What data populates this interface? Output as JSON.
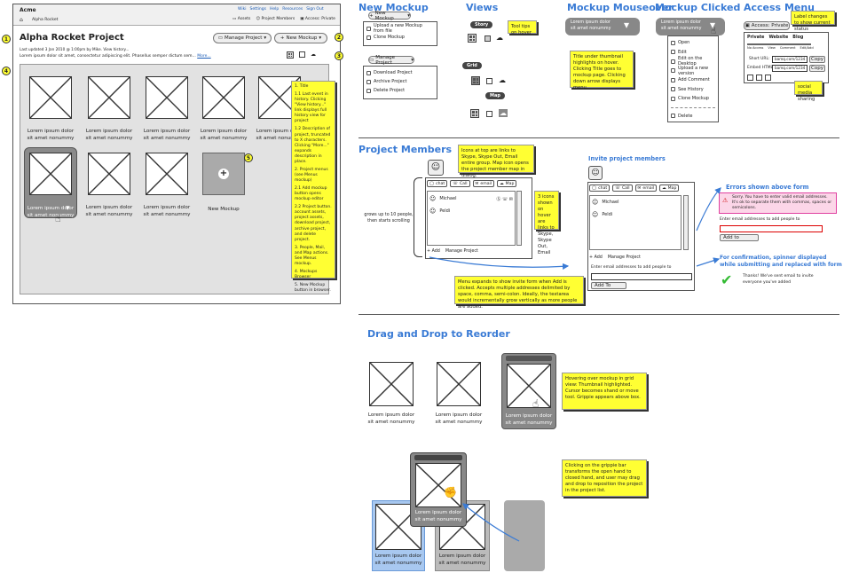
{
  "app": {
    "title": "Acme",
    "breadcrumb": "Alpha Rocket",
    "links": [
      "Wiki",
      "Settings",
      "Help",
      "Resources",
      "Sign Out"
    ],
    "tabs": [
      "Assets",
      "Project Members",
      "Access: Private"
    ]
  },
  "project": {
    "title": "Alpha Rocket Project",
    "manage": "Manage Project",
    "new_mockup": "New Mockup",
    "updated": "Last updated 3 Jan 2010 @ 1:00pm by Mike. View history...",
    "desc": "Lorem ipsum dolor sit amet, consectetur adipiscing elit. Phasellus semper dictum sem...",
    "more": "More..."
  },
  "thumbs": [
    {
      "l1": "Lorem ipsum dolor",
      "l2": "sit amet nonummy"
    },
    {
      "l1": "Lorem ipsum dolor",
      "l2": "sit amet nonummy"
    },
    {
      "l1": "Lorem ipsum dolor",
      "l2": "sit amet nonummy"
    },
    {
      "l1": "Lorem ipsum dolor",
      "l2": "sit amet nonummy"
    },
    {
      "l1": "Lorem ipsum dolor",
      "l2": "sit amet nonummy"
    },
    {
      "l1": "Lorem ipsum dolor",
      "l2": "sit amet nonummy"
    },
    {
      "l1": "Lorem ipsum dolor",
      "l2": "sit amet nonummy"
    },
    {
      "l1": "Lorem ipsum dolor",
      "l2": "sit amet nonummy"
    }
  ],
  "hover_thumb": {
    "l1": "Lorem ipsum dolor",
    "l2": "sit amet nonummy"
  },
  "new_mockup_label": "New Mockup",
  "markers": [
    "1",
    "2",
    "3",
    "4",
    "5"
  ],
  "main_note": [
    "1. Title",
    "1.1 Last event in history. Clicking \"View history...\" link displays full history view for project",
    "1.2 Description of project, truncated to X characters. Clicking \"More...\" expands description in place.",
    "2. Project menus (see Menus mockup)",
    "2.1 Add mockup button opens mockup editor",
    "2.2 Project button. account assets, project assets, download project, archive project, and delete project.",
    "3. People, Mail, and Map actions. See Menus mockup.",
    "4. Mockups Browser",
    "5. New Mockup button in browser."
  ],
  "sections": {
    "new_mockup": "New Mockup",
    "views": "Views",
    "mouseover": "Mockup Mouseover",
    "clicked": "Mockup Clicked",
    "access": "Access Menu",
    "members": "Project Members",
    "invite": "Invite project members",
    "errors": "Errors shown above form",
    "confirm": "For confirmation, spinner displayed while submitting and replaced with form",
    "drag": "Drag and Drop to Reorder"
  },
  "new_mockup_menu": {
    "button": "New Mockup",
    "items": [
      "Upload a new Mockup from file",
      "Clone Mockup"
    ]
  },
  "manage_menu": {
    "button": "Manage Project",
    "items": [
      "Download Project",
      "Archive Project",
      "Delete Project"
    ]
  },
  "views": {
    "story": "Story",
    "story_note": "Tool tips on hover",
    "grid": "Grid",
    "map": "Map"
  },
  "mouseover": {
    "l1": "Lorem ipsum dolor",
    "l2": "sit amet nonummy",
    "note": "Title under thumbnail highlights on hover. Clicking Title goes to mockup page. Clicking down arrow displays menu."
  },
  "clicked": {
    "l1": "Lorem ipsum dolor",
    "l2": "sit amet nonummy",
    "items": [
      "Open",
      "Edit",
      "Edit on the Desktop",
      "Upload a new version",
      "Add Comment",
      "See History",
      "Clone Mockup",
      "Delete"
    ]
  },
  "access": {
    "label": "Access: Private",
    "note": "Label changes to show current status",
    "tabs": [
      "Private",
      "Website",
      "Blog"
    ],
    "opts": [
      "No Access",
      "View",
      "Comment",
      "Edit/Add"
    ],
    "short_url_label": "Short URL:",
    "short_url": "bamq.com/1234",
    "embed_label": "Embed HTML:",
    "embed": "bamq.com/1234",
    "copy": "Copy",
    "social_note": "social media sharing"
  },
  "members": {
    "grow_note": "grows up to 10 people, then starts scrolling",
    "actions": [
      "chat",
      "Call",
      "email",
      "Map"
    ],
    "people": [
      "Michael",
      "Peldi"
    ],
    "add": "Add",
    "manage": "Manage Project",
    "icons_note": "Icons at top are links to Skype, Skype Out, Email entire group. Map icon opens the project member map in dialog.",
    "hover_note": "3 icons shown on hover are links to Skype, Skype Out, Email",
    "expand_note": "Menu expands to show invite form when Add is clicked. Accepts multiple addresses delimited by space, comma, semi-colon. Ideally, the textarea would incrementally grow vertically as more people are added."
  },
  "invite": {
    "people": [
      "Michael",
      "Peldi"
    ],
    "add": "Add",
    "manage": "Manage Project",
    "enter": "Enter email addresses to add people to",
    "add_to": "Add To"
  },
  "errors": {
    "msg": "Sorry. You have to enter valid email addresses. It's ok to separate them with commas, spaces or semicolons.",
    "enter": "Enter email addresses to add people to",
    "add_to": "Add to"
  },
  "confirm": {
    "msg1": "Thanks! We've sent email to invite",
    "msg2": "everyone you've added"
  },
  "drag": {
    "l1": "Lorem ipsum dolor",
    "l2": "sit amet nonummy",
    "hover_note": "Hovering over mockup in grid view: Thumbnail highlighted. Cursor becomes shand or move tool. Grippie appears above box.",
    "grip_note": "Clicking on the grippie bar transforms the open hand to closed hand, and user may drag and drop to reposition the project in the project list."
  }
}
